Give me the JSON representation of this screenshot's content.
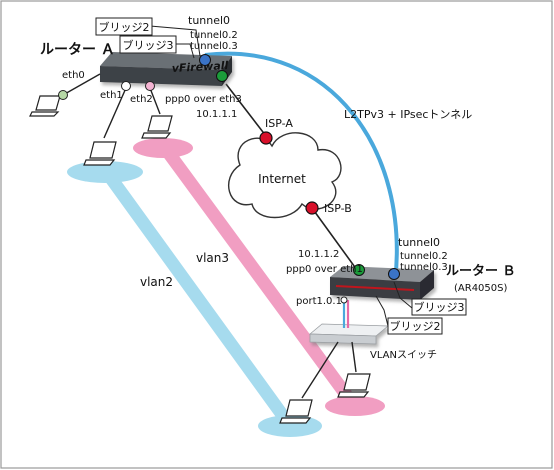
{
  "routers": {
    "a": {
      "name": "ルーター Ａ",
      "brand": "vFirewall"
    },
    "b": {
      "name": "ルーター Ｂ",
      "model": "(AR4050S)"
    }
  },
  "bridges": {
    "a2": "ブリッジ2",
    "a3": "ブリッジ3",
    "b2": "ブリッジ2",
    "b3": "ブリッジ3"
  },
  "tunnels": {
    "a": {
      "t0": "tunnel0",
      "t2": "tunnel0.2",
      "t3": "tunnel0.3"
    },
    "b": {
      "t0": "tunnel0",
      "t2": "tunnel0.2",
      "t3": "tunnel0.3"
    }
  },
  "interfaces": {
    "eth0": "eth0",
    "eth1": "eth1",
    "eth2": "eth2",
    "ppp0_a": "ppp0 over eth3",
    "ip_a": "10.1.1.1",
    "ip_b": "10.1.1.2",
    "ppp0_b": "ppp0 over eth1",
    "port_b": "port1.0.1"
  },
  "isp": {
    "a": "ISP-A",
    "b": "ISP-B"
  },
  "internet": "Internet",
  "tunnel_label": "L2TPv3 + IPsecトンネル",
  "vlans": {
    "vlan2": "vlan2",
    "vlan3": "vlan3"
  },
  "switch_label": "VLANスイッチ",
  "colors": {
    "tunnel_line": "#4aa8dc",
    "vlan2": "#a6dbee",
    "vlan3": "#f19ec2",
    "tunnel02_text": "#2f9fd8",
    "tunnel03_text": "#d4267f",
    "node_red": "#d8102a",
    "node_green": "#1b9b3a",
    "node_blue": "#3a73c6"
  }
}
